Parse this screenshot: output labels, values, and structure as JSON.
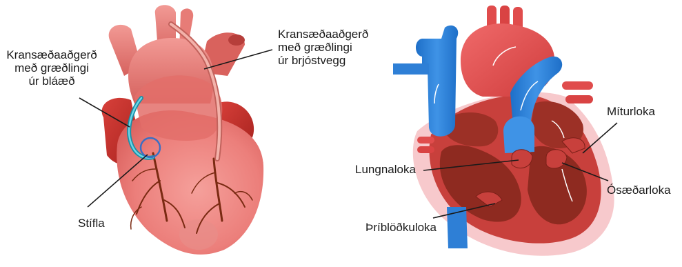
{
  "colors": {
    "heart_light": "#f08a86",
    "heart_mid": "#e46a68",
    "heart_dark": "#c9403c",
    "heart_deep": "#a92a26",
    "vessel_red": "#e35050",
    "vein_blue": "#2e7fd6",
    "vein_blue_light": "#4ca7f0",
    "bypass_teal": "#3dbbd1",
    "artery_brown": "#7a2a12",
    "ring_blue": "#3a6fc4",
    "pericardium_pink": "#f7c9cc",
    "interior_dark": "#8e2a20",
    "label_text": "#1a1a1a"
  },
  "labels": {
    "vein_graft": "Kransæðaaðgerð\nmeð græðlingi\núr bláæð",
    "artery_graft": "Kransæðaaðgerð\nmeð græðlingi\núr brjóstvegg",
    "blockage": "Stífla",
    "mitral_valve": "Míturloka",
    "pulmonary_valve": "Lungnaloka",
    "aortic_valve": "Ósæðarloka",
    "tricuspid_valve": "Þríblöðkuloka"
  },
  "icons": {
    "flow_arrow": "curved-white-arrow"
  }
}
